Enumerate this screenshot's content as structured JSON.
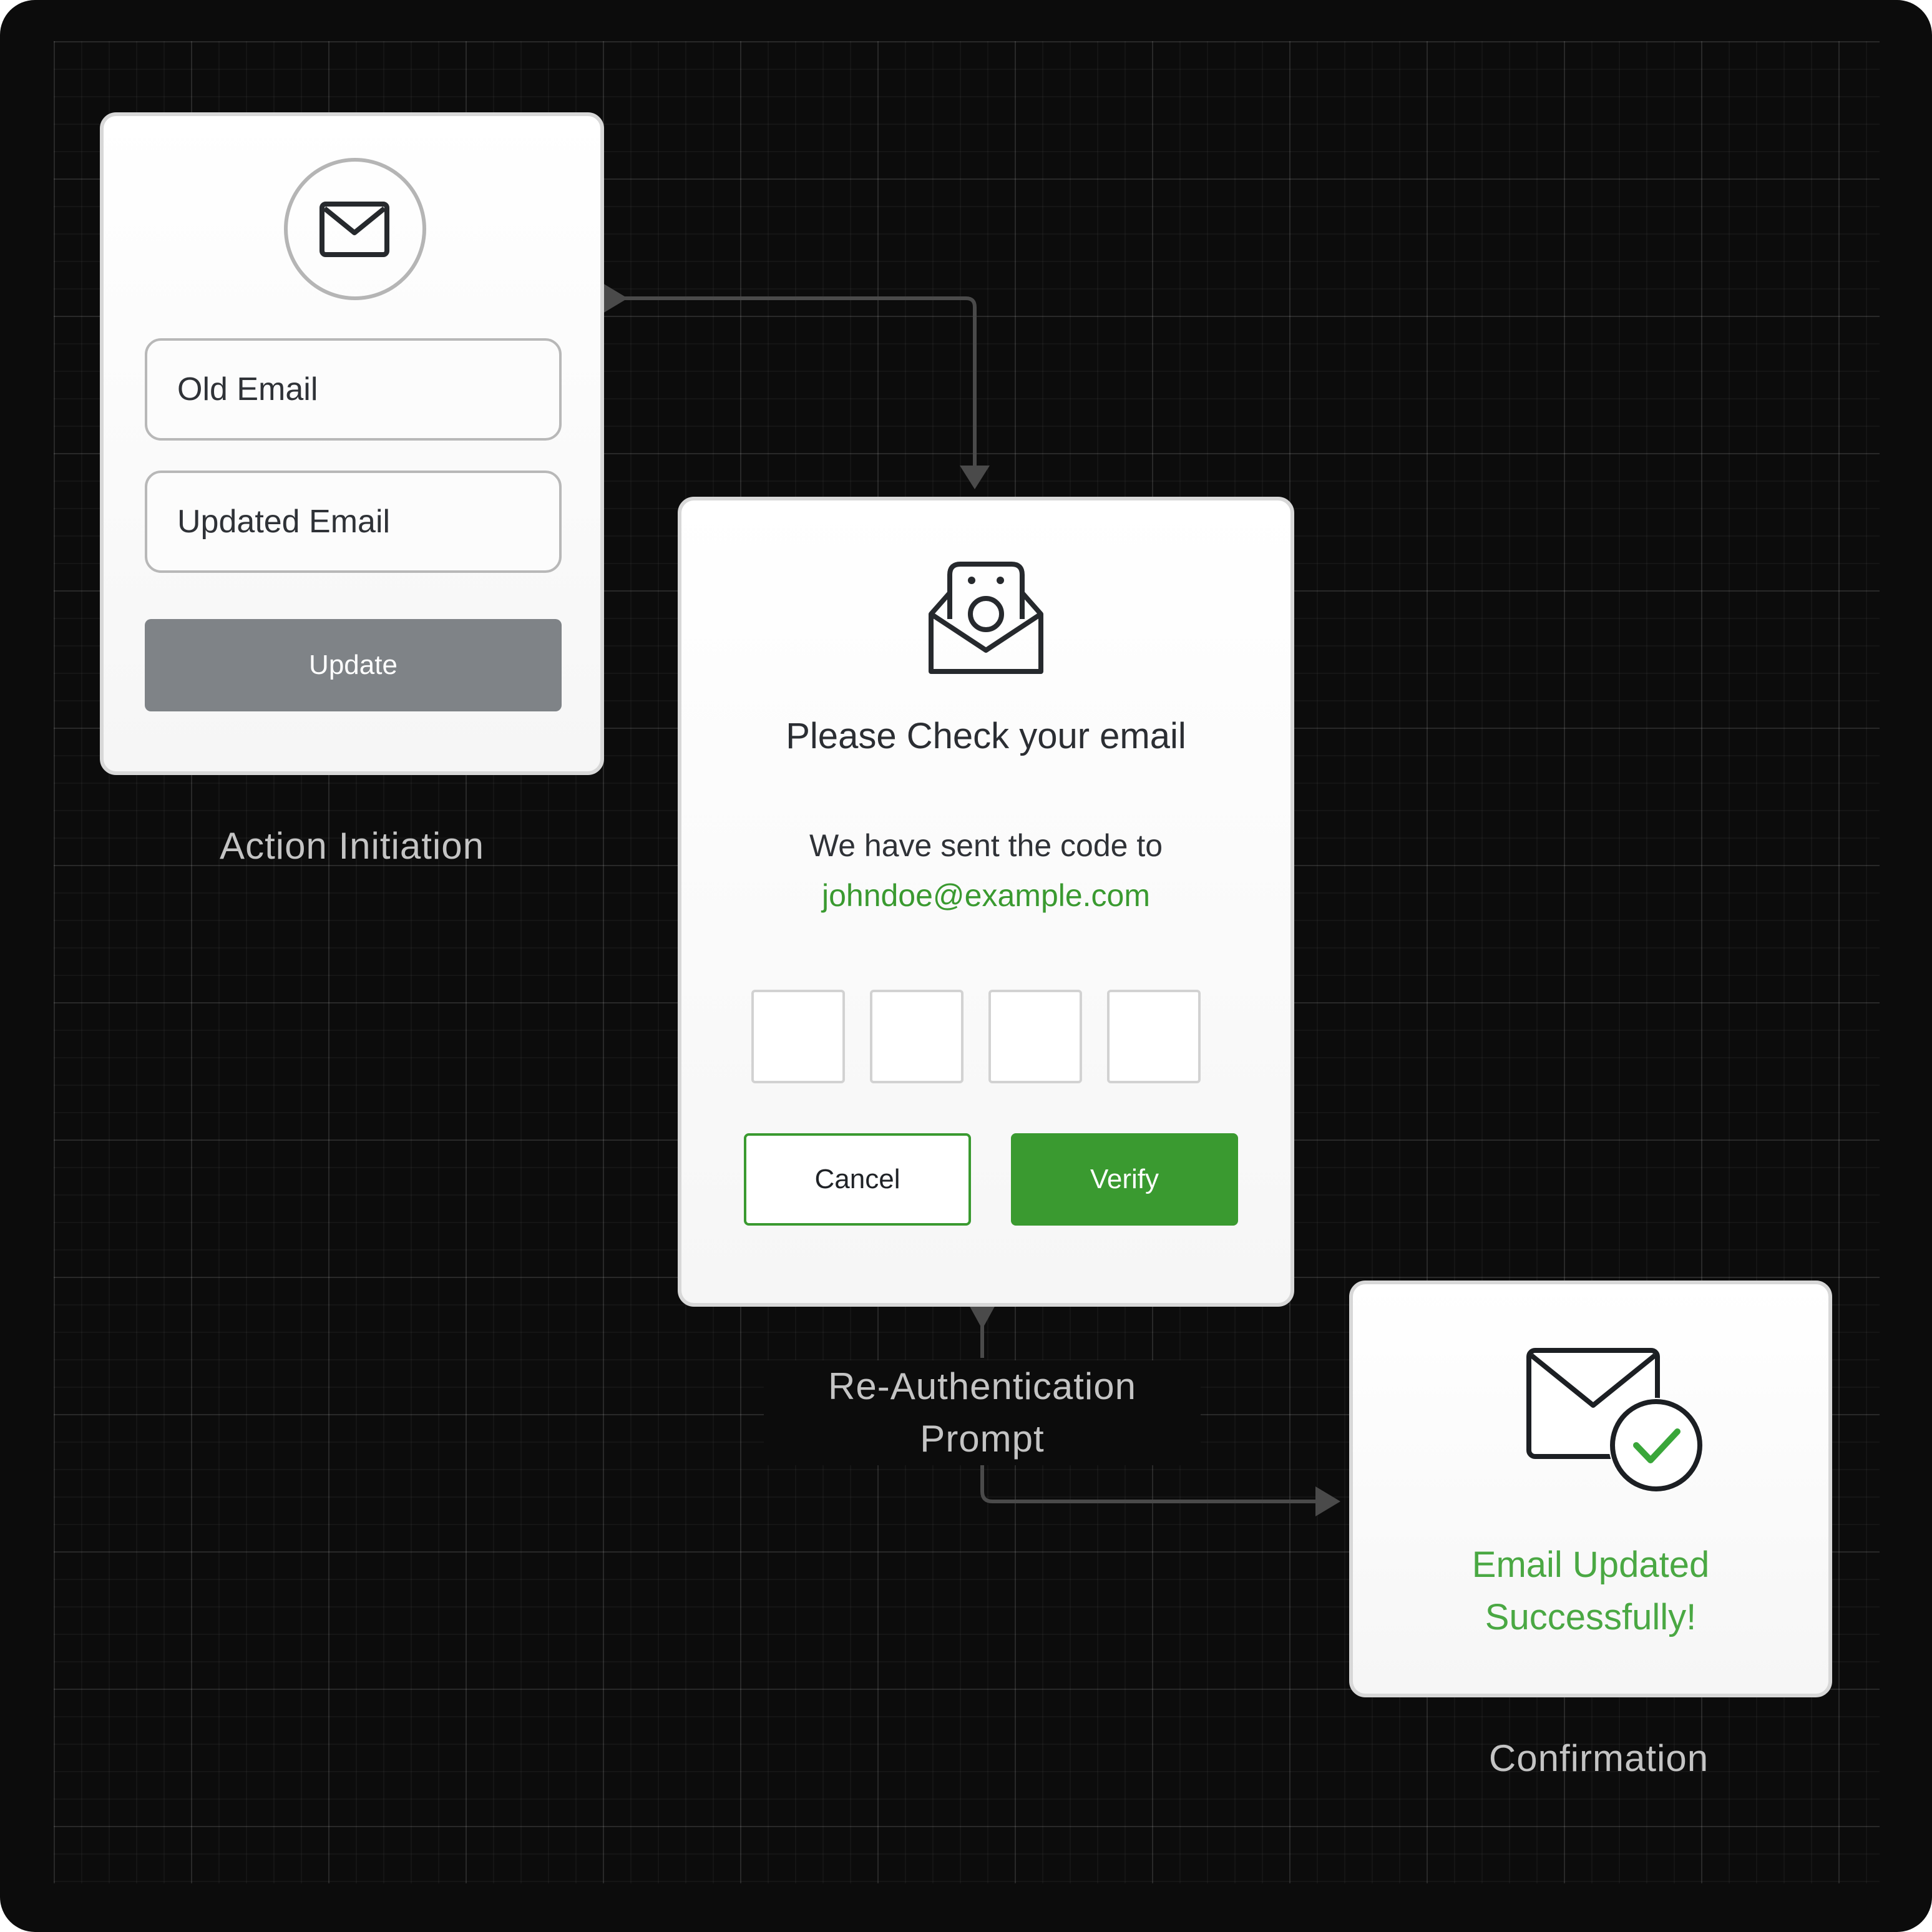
{
  "steps": {
    "action_initiation": {
      "caption": "Action Initiation",
      "old_email_placeholder": "Old Email",
      "updated_email_placeholder": "Updated Email",
      "update_label": "Update"
    },
    "reauthentication": {
      "caption_line1": "Re-Authentication",
      "caption_line2": "Prompt",
      "title": "Please Check your email",
      "message": "We have sent the code to",
      "email": "johndoe@example.com",
      "code_boxes": [
        "",
        "",
        "",
        ""
      ],
      "cancel_label": "Cancel",
      "verify_label": "Verify"
    },
    "confirmation": {
      "caption": "Confirmation",
      "message_line1": "Email Updated",
      "message_line2": "Successfully!"
    }
  },
  "colors": {
    "background": "#0c0c0c",
    "accent_green": "#3a9a30",
    "success_text": "#4aa843",
    "update_button": "#7f8387",
    "connector": "#4a4a4a"
  },
  "icons": {
    "envelope": "envelope-icon",
    "open_envelope": "open-envelope-icon",
    "envelope_check": "envelope-check-icon"
  }
}
